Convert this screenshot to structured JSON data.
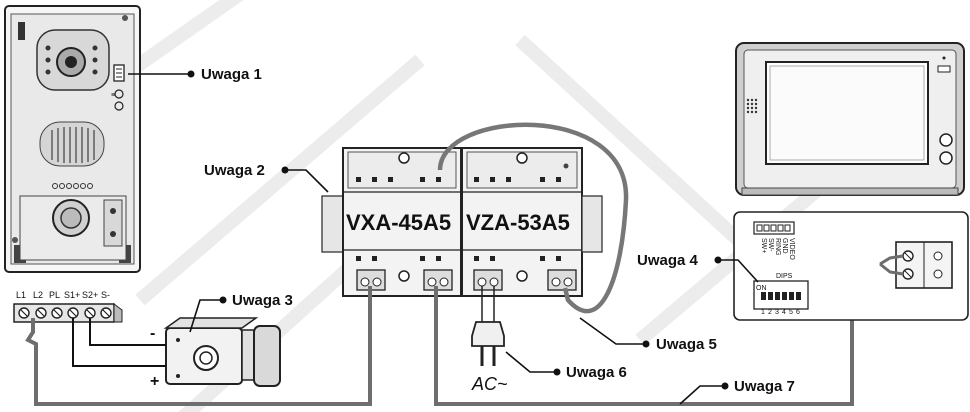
{
  "devices": {
    "distributor": "VXA-45A5",
    "power_supply": "VZA-53A5"
  },
  "notes": {
    "n1": "Uwaga 1",
    "n2": "Uwaga 2",
    "n3": "Uwaga 3",
    "n4": "Uwaga 4",
    "n5": "Uwaga 5",
    "n6": "Uwaga 6",
    "n7": "Uwaga 7"
  },
  "panel_terminals": [
    "L1",
    "L2",
    "PL",
    "S1+",
    "S2+",
    "S-"
  ],
  "lock": {
    "minus": "-",
    "plus": "+"
  },
  "ac_label": "AC~",
  "monitor_connector": [
    "SW+",
    "SW-",
    "RING",
    "GND",
    "VIDEO"
  ],
  "dips": {
    "title": "DIPS",
    "on": "ON",
    "numbers": [
      "1",
      "2",
      "3",
      "4",
      "5",
      "6"
    ]
  }
}
